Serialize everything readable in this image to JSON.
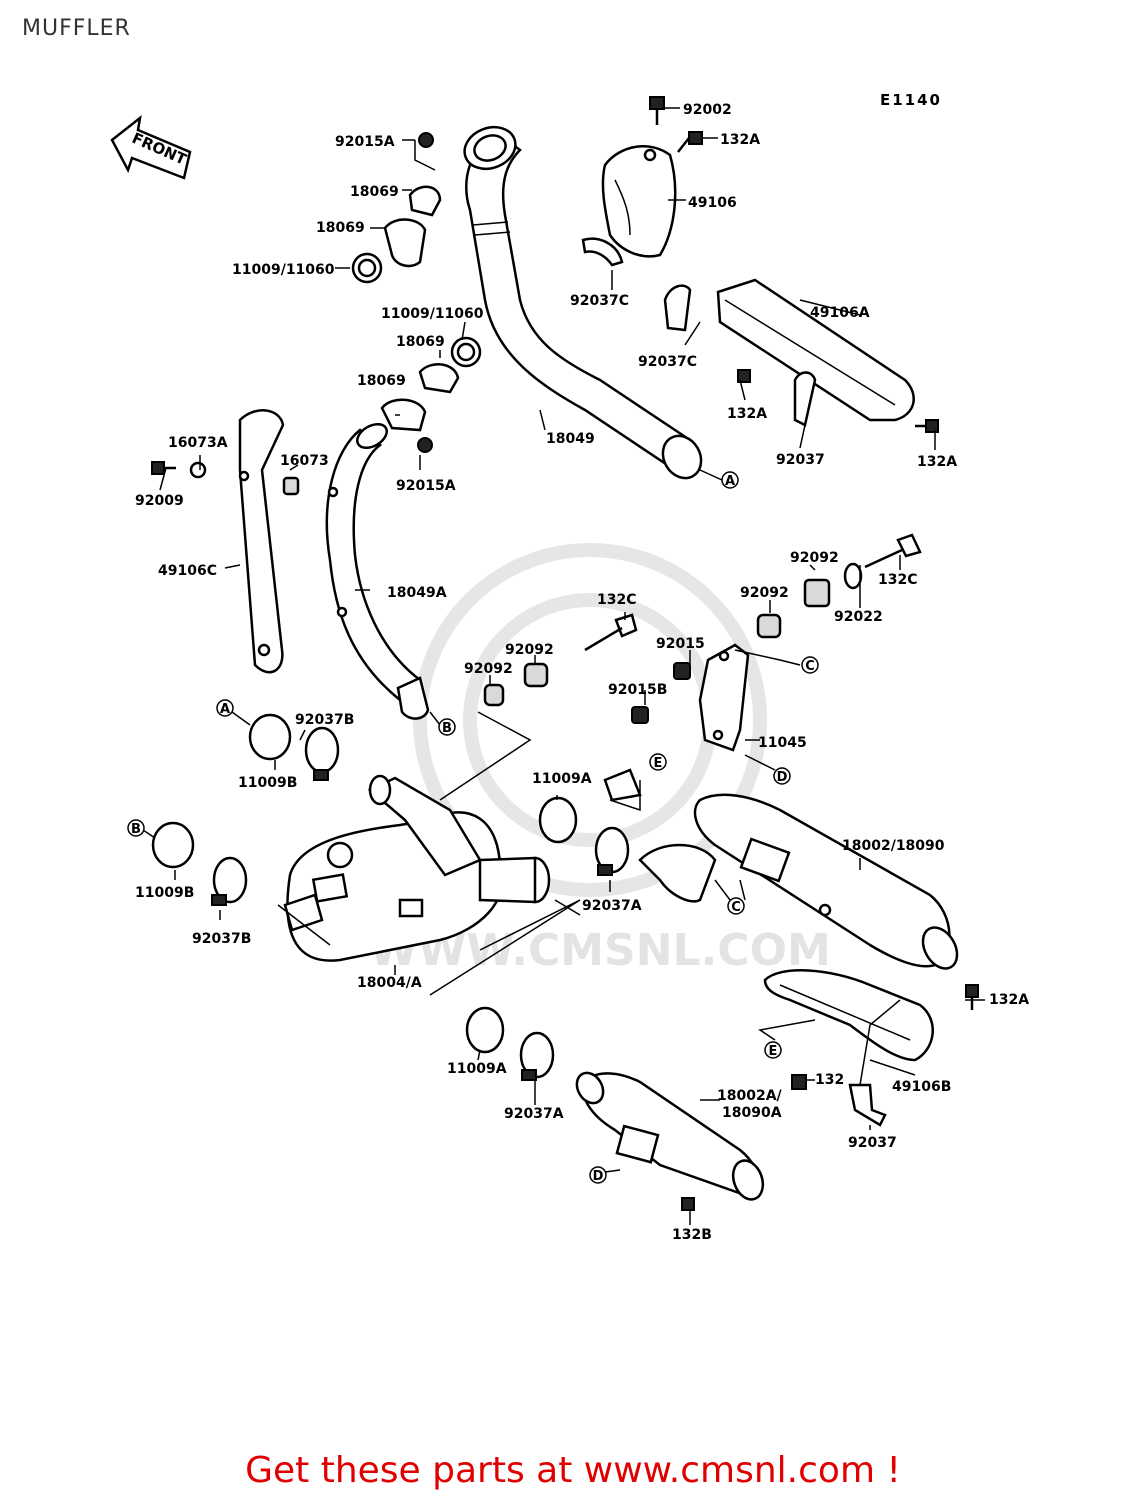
{
  "page": {
    "title": "MUFFLER",
    "diagram_code": "E1140",
    "front_label": "FRONT"
  },
  "footer": {
    "text": "Get these parts at www.cmsnl.com !"
  },
  "watermark": {
    "text": "WWW.CMSNL.COM"
  },
  "callouts": {
    "c92002": "92002",
    "c132A_1": "132A",
    "c49106": "49106",
    "c92037C_1": "92037C",
    "c49106A": "49106A",
    "c92037C_2": "92037C",
    "c132A_2": "132A",
    "c92037_1": "92037",
    "c132A_3": "132A",
    "c92015A_1": "92015A",
    "c18069_1": "18069",
    "c18069_2": "18069",
    "c11009_11060_1": "11009/11060",
    "c11009_11060_2": "11009/11060",
    "c18069_3": "18069",
    "c18069_4": "18069",
    "c92015A_2": "92015A",
    "c18049": "18049",
    "c16073A": "16073A",
    "c16073": "16073",
    "c92009": "92009",
    "c49106C": "49106C",
    "c18049A": "18049A",
    "c92092_1": "92092",
    "c132C_1": "132C",
    "c92092_2": "92092",
    "c92022": "92022",
    "c132C_2": "132C",
    "c92015": "92015",
    "c92092_3": "92092",
    "c92092_4": "92092",
    "c92015B": "92015B",
    "c11045": "11045",
    "c92037B_1": "92037B",
    "c11009B_1": "11009B",
    "c11009A_1": "11009A",
    "c18002_18090": "18002/18090",
    "c11009B_2": "11009B",
    "c92037B_2": "92037B",
    "c92037A_1": "92037A",
    "c18004A": "18004/A",
    "c132A_4": "132A",
    "c11009A_2": "11009A",
    "c92037A_2": "92037A",
    "c132": "132",
    "c49106B": "49106B",
    "c18002A": "18002A/",
    "c18090A": "18090A",
    "c92037_2": "92037",
    "c132B": "132B"
  },
  "refs": {
    "A": "A",
    "B": "B",
    "C": "C",
    "D": "D",
    "E": "E"
  }
}
